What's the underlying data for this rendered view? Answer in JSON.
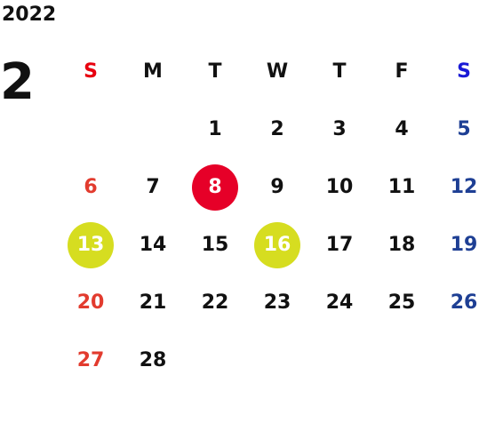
{
  "calendar": {
    "year": "2022",
    "month": "2",
    "weekdays": [
      "S",
      "M",
      "T",
      "W",
      "T",
      "F",
      "S"
    ],
    "colors": {
      "text": "#111111",
      "sunday_header": "#e8000f",
      "saturday_header": "#1a1ad6",
      "sunday": "#e23b2e",
      "saturday": "#1e3f94",
      "highlight_red": "#e60028",
      "highlight_yellow": "#d6dd20"
    },
    "weeks": [
      [
        null,
        null,
        "1",
        "2",
        "3",
        "4",
        "5"
      ],
      [
        "6",
        "7",
        "8",
        "9",
        "10",
        "11",
        "12"
      ],
      [
        "13",
        "14",
        "15",
        "16",
        "17",
        "18",
        "19"
      ],
      [
        "20",
        "21",
        "22",
        "23",
        "24",
        "25",
        "26"
      ],
      [
        "27",
        "28",
        null,
        null,
        null,
        null,
        null
      ]
    ],
    "highlights": [
      {
        "day": "8",
        "color": "red"
      },
      {
        "day": "13",
        "color": "yellow"
      },
      {
        "day": "16",
        "color": "yellow"
      }
    ]
  }
}
